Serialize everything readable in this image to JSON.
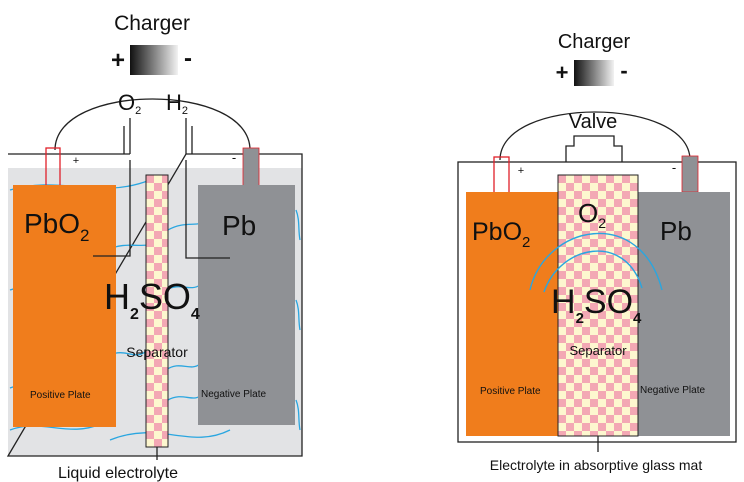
{
  "flooded": {
    "charger_label": "Charger",
    "charger_plus": "+",
    "charger_minus": "-",
    "gas_o2": "O",
    "gas_o2_sub": "2",
    "gas_h2": "H",
    "gas_h2_sub": "2",
    "terminal_plus": "+",
    "terminal_minus": "-",
    "positive_material": "PbO",
    "positive_material_sub": "2",
    "negative_material": "Pb",
    "electrolyte_h": "H",
    "electrolyte_h_sub": "2",
    "electrolyte_so": "SO",
    "electrolyte_so_sub": "4",
    "separator_label": "Separator",
    "positive_plate_label": "Positive Plate",
    "negative_plate_label": "Negative Plate",
    "caption": "Liquid electrolyte"
  },
  "agm": {
    "charger_label": "Charger",
    "charger_plus": "+",
    "charger_minus": "-",
    "valve_label": "Valve",
    "terminal_plus": "+",
    "terminal_minus": "-",
    "positive_material": "PbO",
    "positive_material_sub": "2",
    "negative_material": "Pb",
    "gas_o2": "O",
    "gas_o2_sub": "2",
    "electrolyte_h": "H",
    "electrolyte_h_sub": "2",
    "electrolyte_so": "SO",
    "electrolyte_so_sub": "4",
    "separator_label": "Separator",
    "positive_plate_label": "Positive Plate",
    "negative_plate_label": "Negative Plate",
    "caption": "Electrolyte in absorptive glass mat"
  },
  "colors": {
    "positive_plate": "#f07d1c",
    "negative_plate": "#8f9195",
    "separator": "#fdf7cf",
    "separator_check": "#f3a8b4",
    "liquid": "#e2e3e5",
    "electrolyte_lines": "#2aa6e0",
    "terminal_outline": "#e0202a"
  }
}
